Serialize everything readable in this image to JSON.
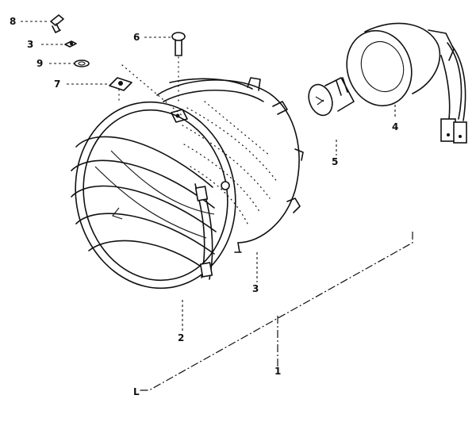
{
  "callouts": {
    "p8": "8",
    "p3": "3",
    "p9": "9",
    "p7": "7",
    "p6": "6",
    "p5": "5",
    "p4": "4",
    "p2": "2",
    "p3b": "3",
    "p1": "1",
    "pL": "L"
  }
}
